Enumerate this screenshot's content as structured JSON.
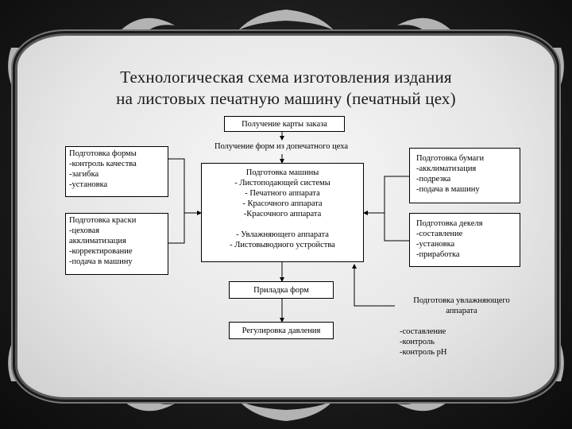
{
  "title_line1": "Технологическая схема изготовления издания",
  "title_line2": "на листовых печатную машину  (печатный цех)",
  "boxes": {
    "order_card": "Получение карты заказа",
    "forms_receive": "Получение форм из допечатного цеха",
    "form_prep": "Подготовка формы\n-контроль качества\n-загибка\n-установка",
    "ink_prep": "Подготовка краски\n-цеховая\nакклиматизация\n-корректирование\n-подача в машину",
    "machine_prep": "Подготовка машины\n- Листоподающей системы\n- Печатного аппарата\n- Красочного аппарата\n-Красочного аппарата\n\n-  Увлажняющего аппарата\n-  Листовыводного устройства",
    "paper_prep": "Подготовка бумаги\n-акклиматизация\n-подрезка\n-подача в машину",
    "blanket_prep": "Подготовка декеля\n-составление\n-установка\n-приработка",
    "form_fitting": "Приладка форм",
    "pressure_adj": "Регулировка давления",
    "damp_prep_title": "Подготовка увлажняющего\nаппарата",
    "damp_prep_items": "-составление\n-контроль\n-контроль pH"
  }
}
